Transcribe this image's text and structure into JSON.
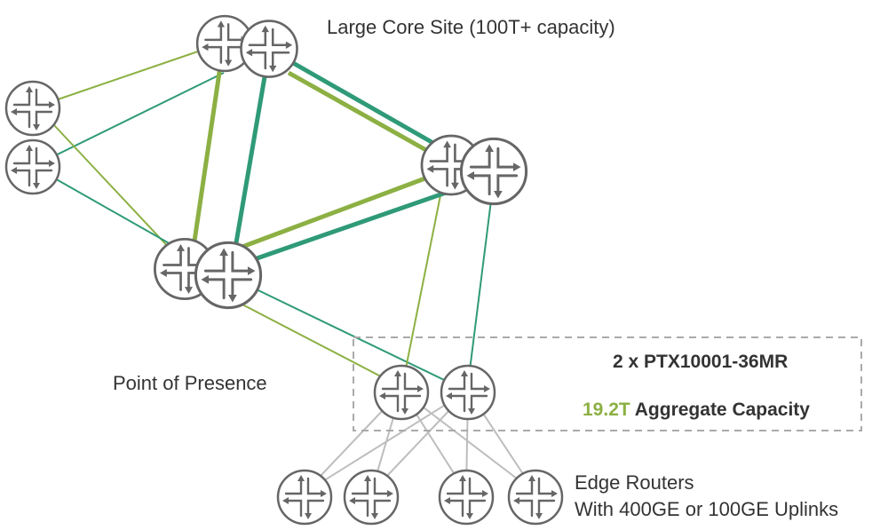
{
  "labels": {
    "core_site": "Large Core Site (100T+ capacity)",
    "pop": "Point of Presence",
    "edge_line1": "Edge Routers",
    "edge_line2": "With 400GE or 100GE Uplinks"
  },
  "pop_box": {
    "model": "2 x PTX10001-36MR",
    "capacity_value": "19.2T",
    "capacity_text": " Aggregate Capacity"
  },
  "colors": {
    "light_green": "#8cb043",
    "teal": "#2f9a78",
    "grey_link": "#bdbdbd",
    "router_stroke": "#666666",
    "box_dash": "#aaaaaa"
  },
  "icons": {
    "router": "router-icon"
  }
}
